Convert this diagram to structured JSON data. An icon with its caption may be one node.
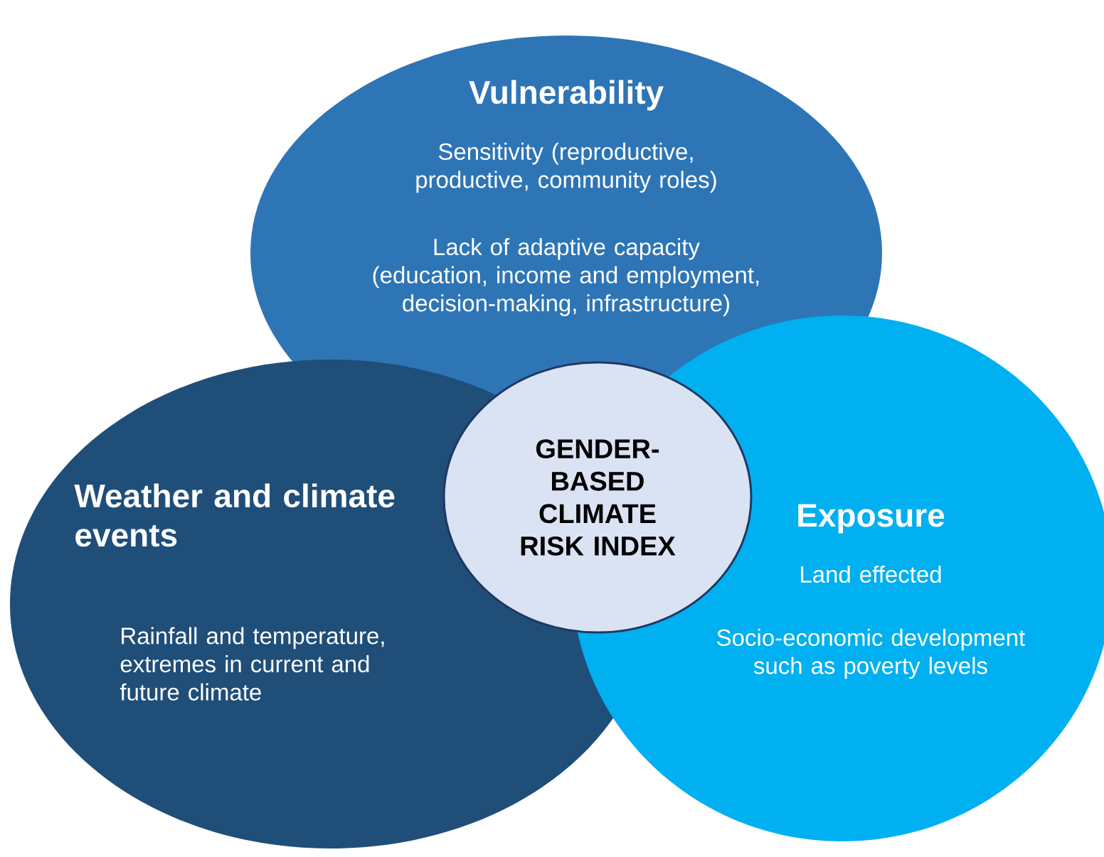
{
  "diagram": {
    "nodes": [
      {
        "text": [
          "Vulnerability",
          "Sensitivity (reproductive, productive, community roles)",
          "Lack of adaptive capacity (education, income and employment, decision-making, infrastructure)"
        ]
      },
      {
        "text": [
          "Weather and climate events",
          "Rainfall and temperature, extremes in current and future climate"
        ]
      },
      {
        "text": [
          "Exposure",
          "Land effected",
          "Socio-economic development such as poverty levels"
        ]
      },
      {
        "text": [
          "GENDER-BASED CLIMATE RISK INDEX"
        ]
      }
    ]
  }
}
